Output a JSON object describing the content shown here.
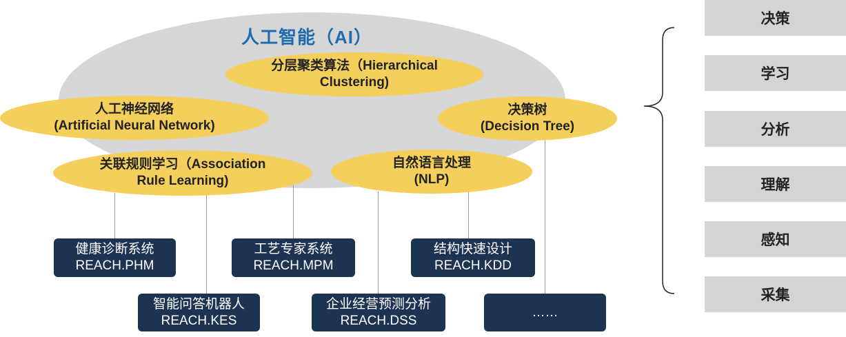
{
  "ai_title": "人工智能（AI）",
  "techniques": [
    {
      "line1": "分层聚类算法（Hierarchical",
      "line2": "Clustering)"
    },
    {
      "line1": "人工神经网络",
      "line2": "(Artificial Neural Network)"
    },
    {
      "line1": "决策树",
      "line2": "(Decision Tree)"
    },
    {
      "line1": "关联规则学习（Association",
      "line2": "Rule Learning)"
    },
    {
      "line1": "自然语言处理",
      "line2": "(NLP)"
    }
  ],
  "systems": [
    {
      "name": "健康诊断系统",
      "code": "REACH.PHM"
    },
    {
      "name": "工艺专家系统",
      "code": "REACH.MPM"
    },
    {
      "name": "结构快速设计",
      "code": "REACH.KDD"
    },
    {
      "name": "智能问答机器人",
      "code": "REACH.KES"
    },
    {
      "name": "企业经营预测分析",
      "code": "REACH.DSS"
    },
    {
      "name": "……"
    }
  ],
  "levels": [
    "决策",
    "学习",
    "分析",
    "理解",
    "感知",
    "采集"
  ],
  "colors": {
    "ai_title": "#1f6bb0",
    "cloud": "#d6d6d6",
    "technique_fill": "#f5cf5c",
    "system_fill": "#1c3352",
    "level_fill": "#d4d4d4"
  }
}
